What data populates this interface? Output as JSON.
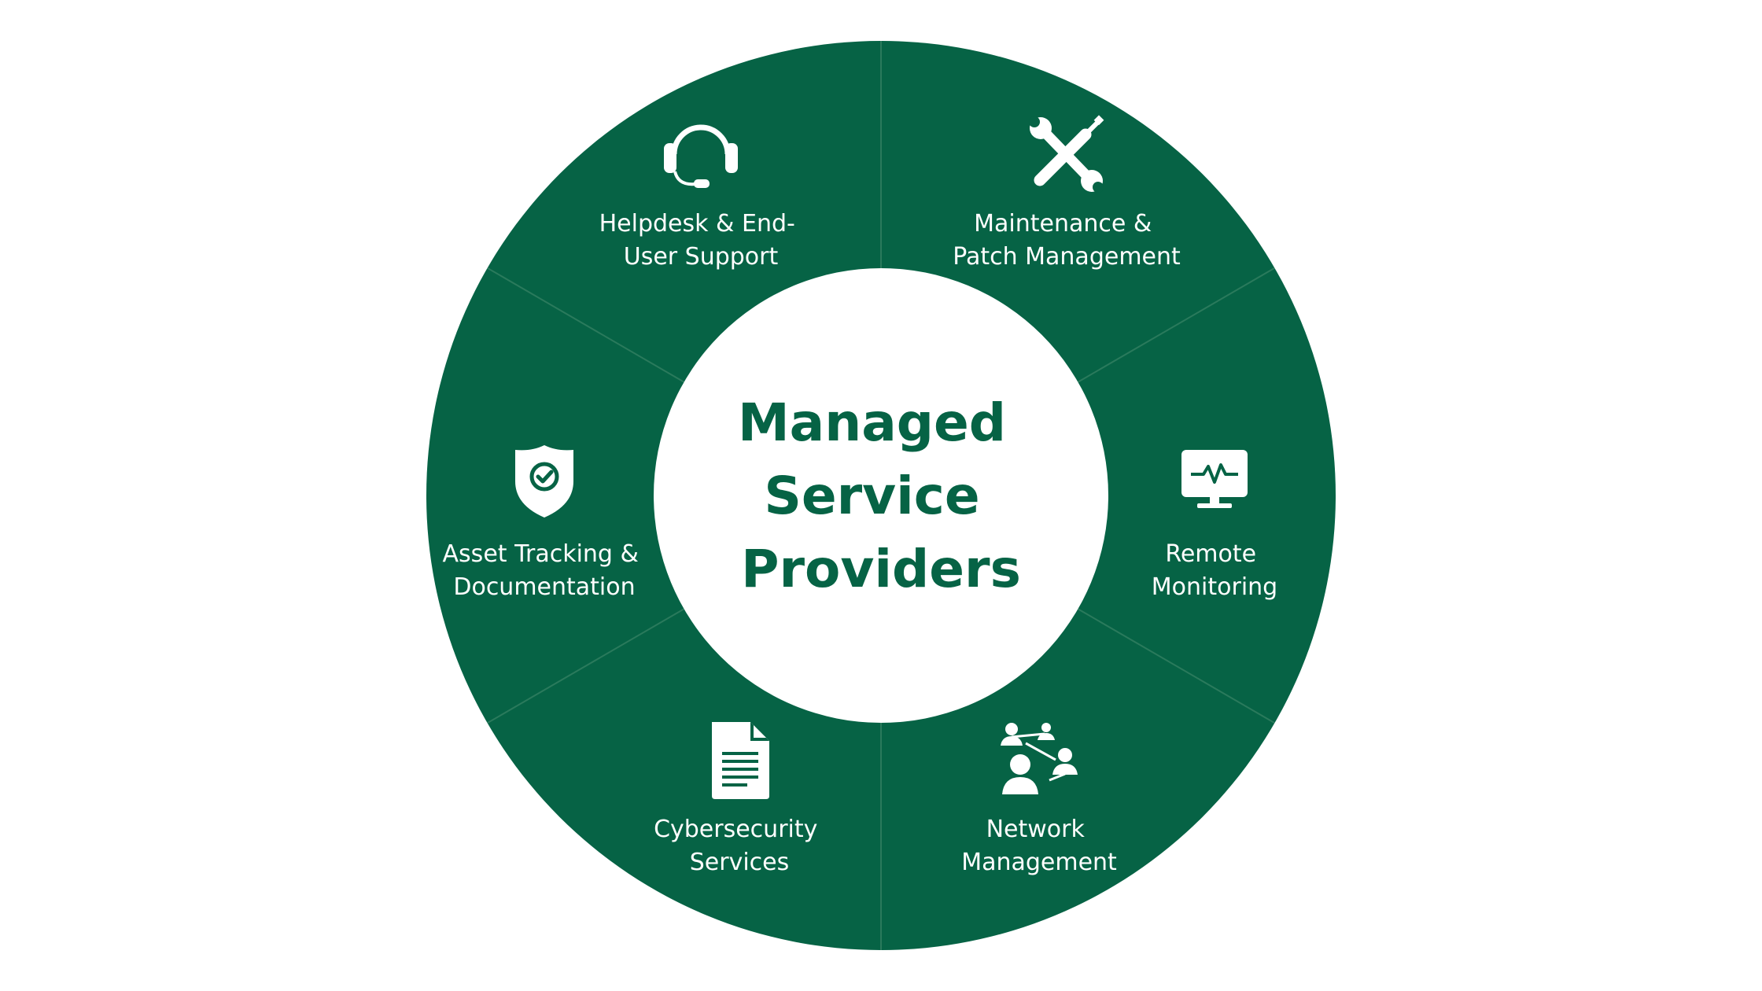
{
  "center": {
    "lines": [
      "Managed",
      "Service",
      "Providers"
    ]
  },
  "segments": [
    {
      "icon": "headset-icon",
      "lines": [
        "Helpdesk & End-",
        "User Support"
      ]
    },
    {
      "icon": "wrench-screwdriver-icon",
      "lines": [
        "Maintenance &",
        "Patch Management"
      ]
    },
    {
      "icon": "monitor-pulse-icon",
      "lines": [
        "Remote",
        "Monitoring"
      ]
    },
    {
      "icon": "network-people-icon",
      "lines": [
        "Network",
        "Management"
      ]
    },
    {
      "icon": "document-icon",
      "lines": [
        "Cybersecurity",
        "Services"
      ]
    },
    {
      "icon": "shield-check-icon",
      "lines": [
        "Asset Tracking &",
        "Documentation"
      ]
    }
  ],
  "colors": {
    "ring": "#066345",
    "divider": "#2a7a5c",
    "center_fill": "#ffffff",
    "center_text": "#066345",
    "label_text": "#ffffff"
  }
}
